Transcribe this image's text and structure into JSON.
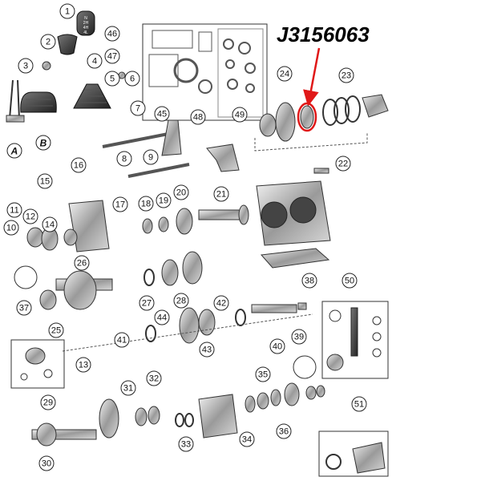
{
  "part_number": "J3156063",
  "highlight_color": "#e01818",
  "knob_label": [
    "N",
    "2H",
    "4H",
    "4L"
  ],
  "callouts": [
    "1",
    "2",
    "3",
    "4",
    "5",
    "6",
    "7",
    "8",
    "9",
    "10",
    "11",
    "12",
    "13",
    "14",
    "15",
    "16",
    "17",
    "18",
    "19",
    "20",
    "21",
    "22",
    "23",
    "24",
    "25",
    "26",
    "27",
    "28",
    "29",
    "30",
    "31",
    "32",
    "33",
    "34",
    "35",
    "36",
    "37",
    "38",
    "39",
    "40",
    "41",
    "42",
    "43",
    "44",
    "45",
    "46",
    "47",
    "48",
    "49",
    "50",
    "51"
  ],
  "letters": [
    "A",
    "B"
  ]
}
